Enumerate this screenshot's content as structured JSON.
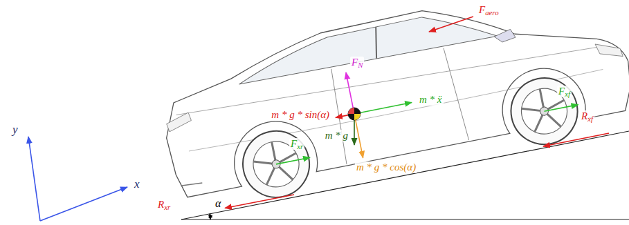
{
  "diagram": {
    "labels": [
      "Faero",
      "FN",
      "m * g * sin(α)",
      "m * ẍ",
      "m * g",
      "m * g * cos(α)",
      "Fxf",
      "Fxr",
      "Rxf",
      "Rxr",
      "α",
      "y",
      "x"
    ]
  }
}
